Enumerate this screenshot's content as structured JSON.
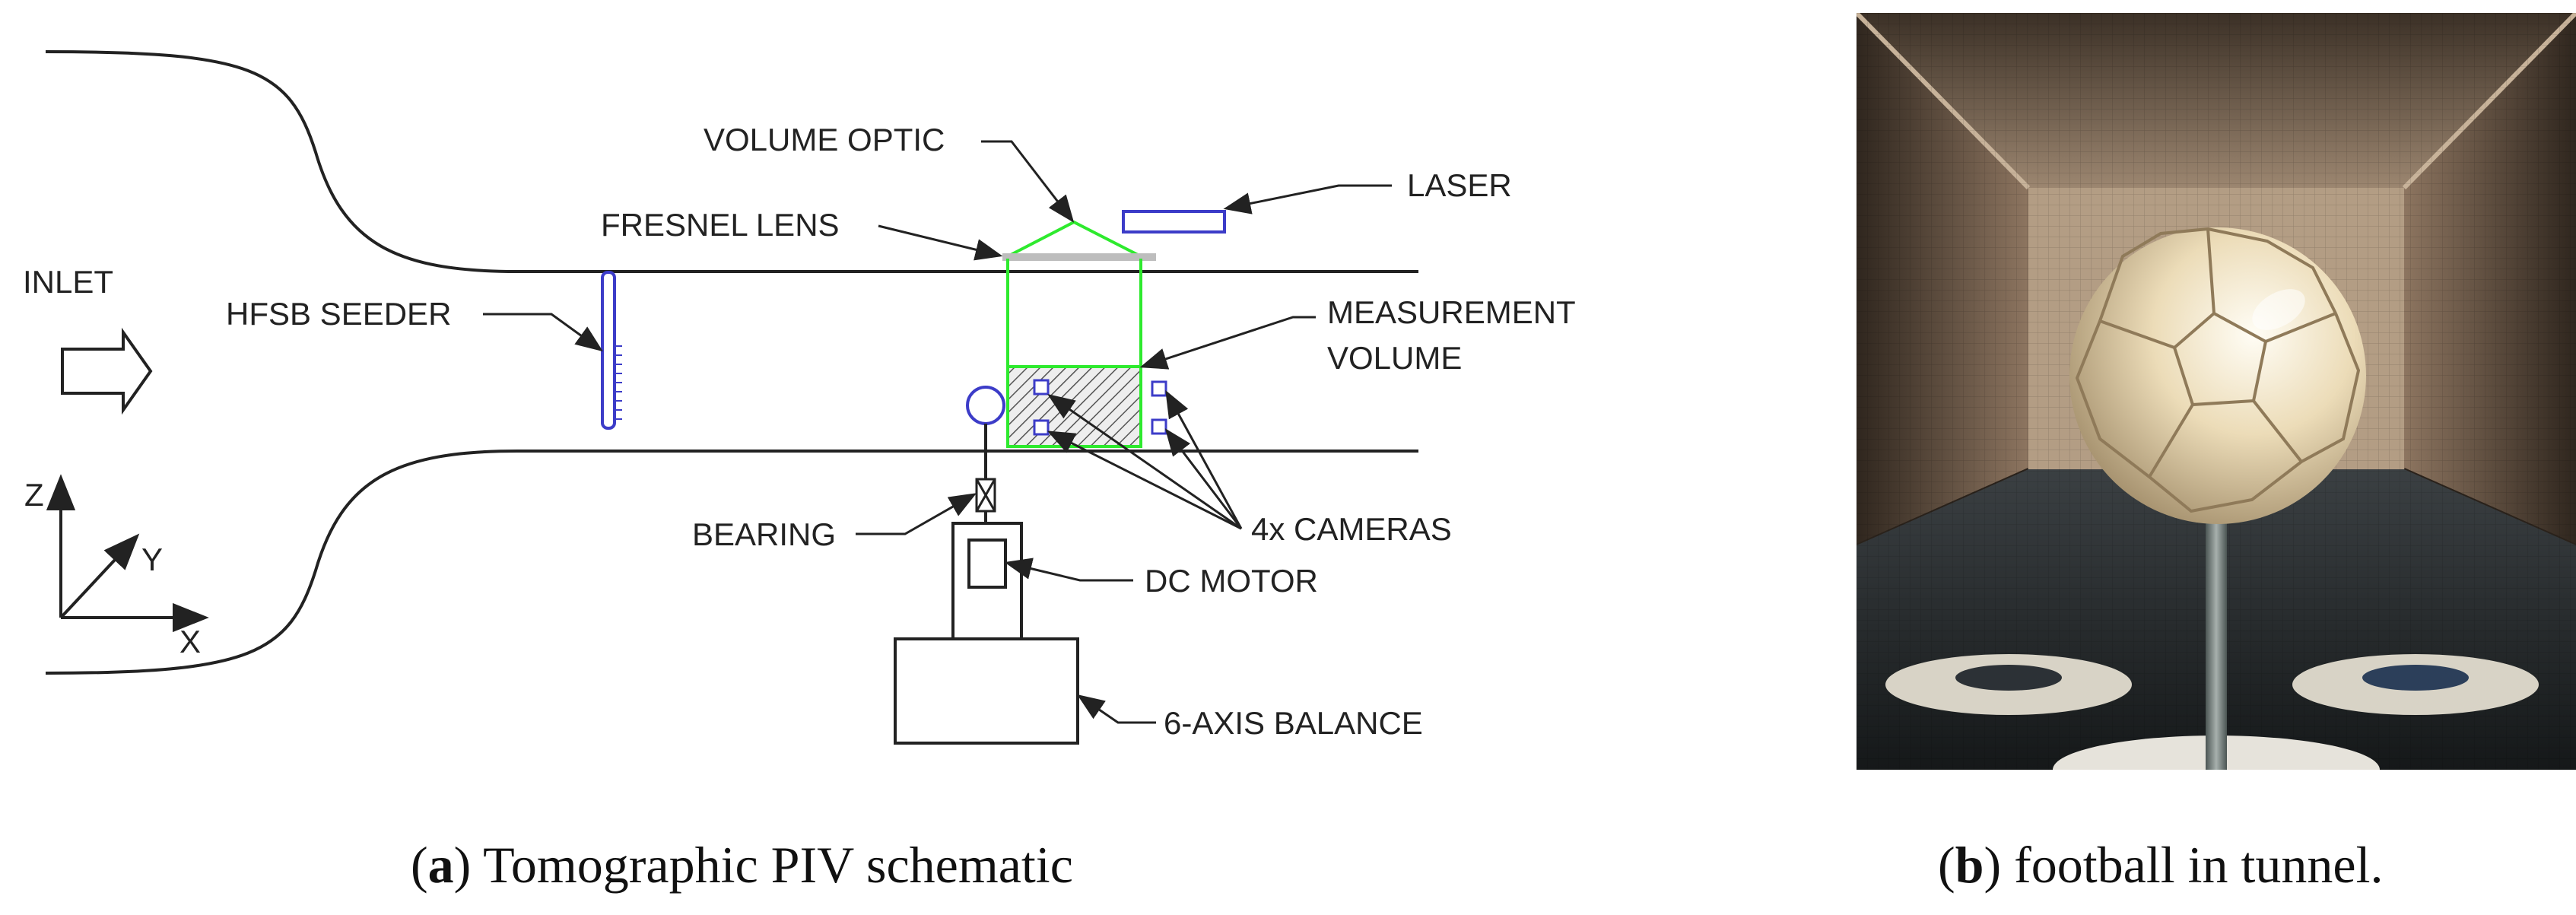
{
  "schematic": {
    "inlet": "INLET",
    "hfsb_seeder": "HFSB SEEDER",
    "volume_optic": "VOLUME OPTIC",
    "fresnel_lens": "FRESNEL LENS",
    "laser": "LASER",
    "measurement_volume_line1": "MEASUREMENT",
    "measurement_volume_line2": "VOLUME",
    "cameras": "4x CAMERAS",
    "bearing": "BEARING",
    "dc_motor": "DC MOTOR",
    "balance": "6-AXIS BALANCE",
    "axis_z": "Z",
    "axis_y": "Y",
    "axis_x": "X",
    "colors": {
      "laser_optics": "#2eea2e",
      "components": "#3c3cc8",
      "lines": "#222222",
      "lens": "#bdbdbd"
    }
  },
  "photo": {
    "subject_icon": "football-on-sting-photo",
    "colors": {
      "ball": "#efe1bf",
      "tunnel": "#5a4b3d"
    }
  },
  "captions": {
    "a_letter": "a",
    "a_text": "Tomographic PIV schematic",
    "b_letter": "b",
    "b_text": "football in tunnel."
  }
}
